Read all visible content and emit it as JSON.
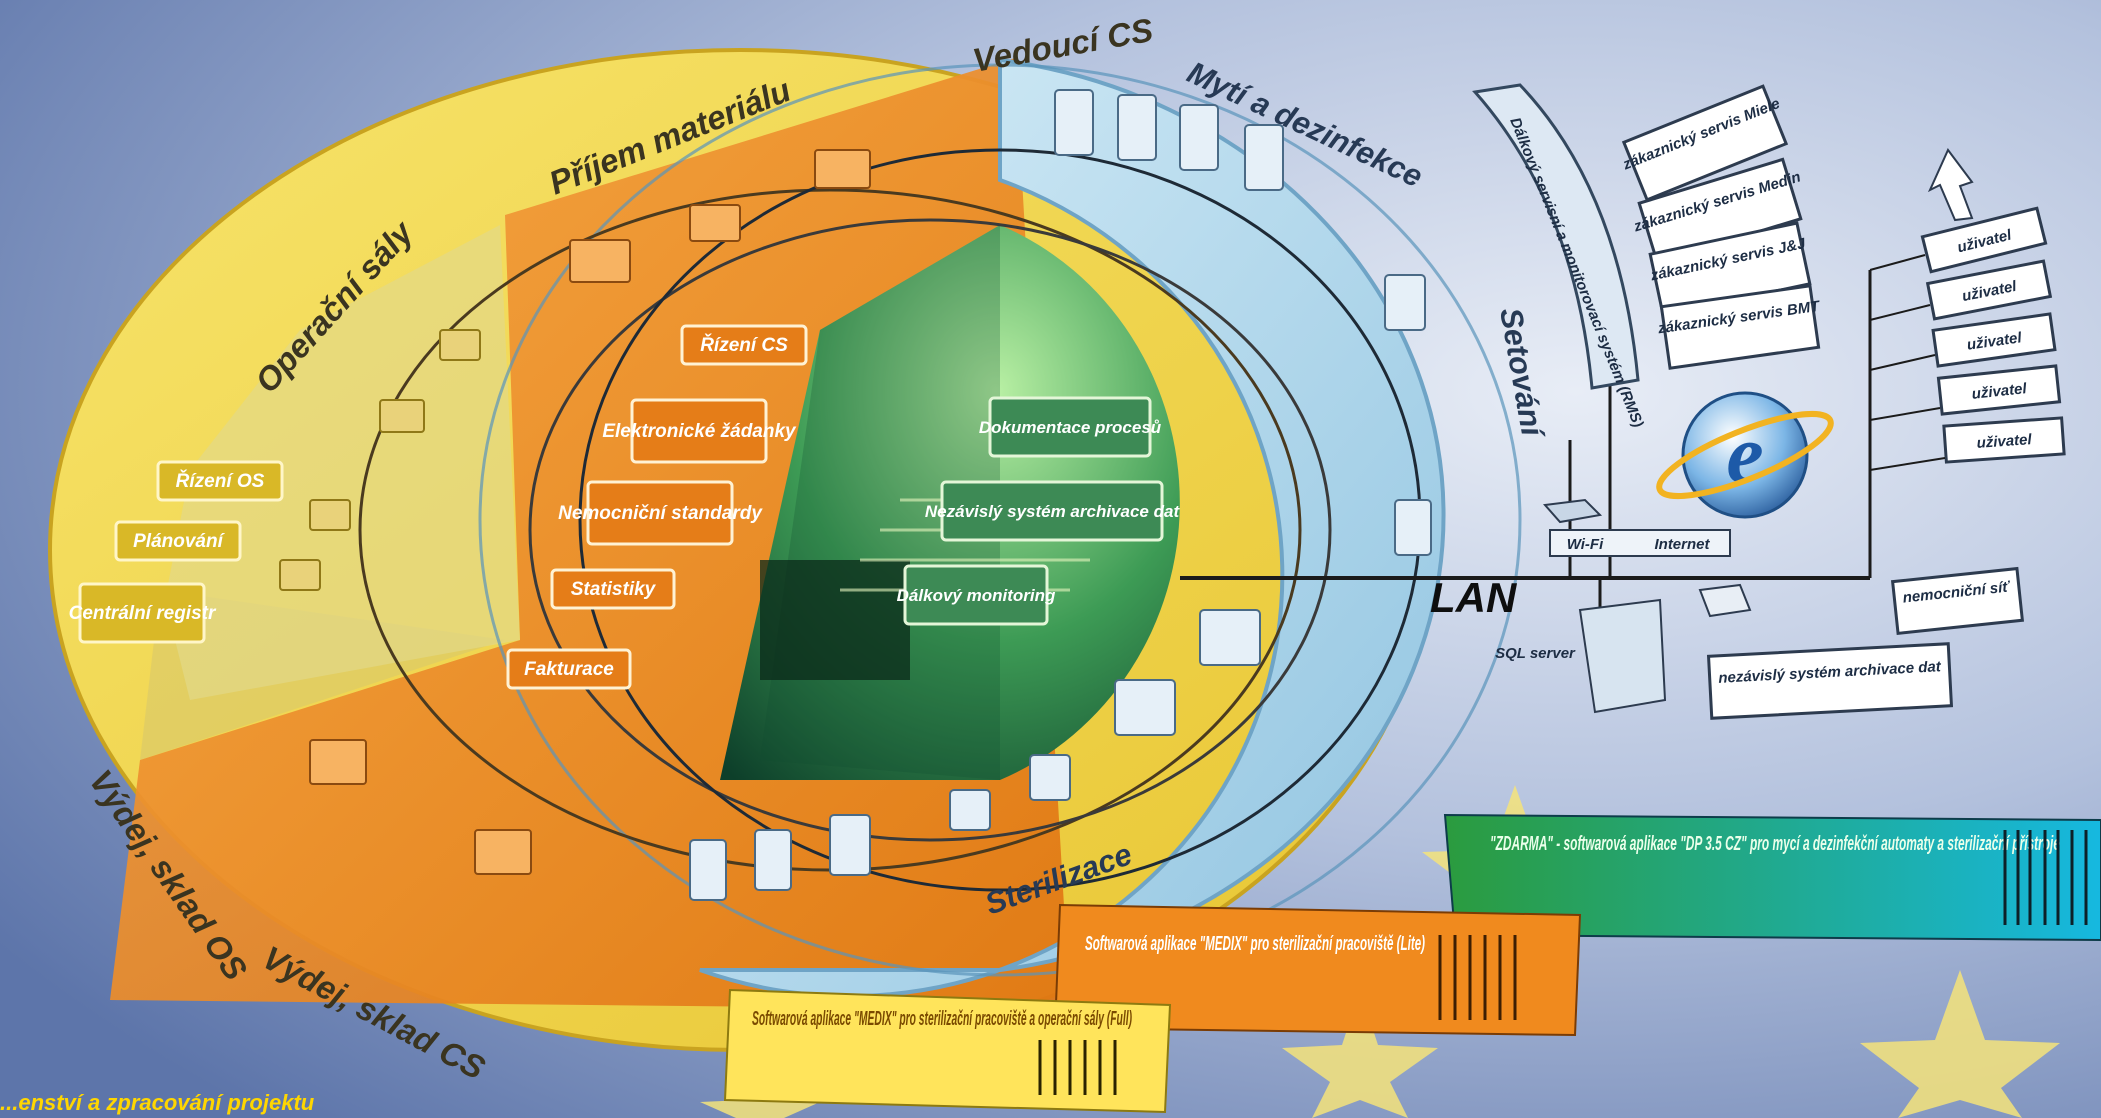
{
  "colors": {
    "background": "#7f95c2",
    "yellow_ring": "#f4d94a",
    "orange_ring": "#f08a1e",
    "blue_ring": "#b9dcee",
    "green_center": "#4fa85c",
    "label_box": "#ffffff",
    "promo_green": "#2aa25a",
    "promo_cyan": "#17b3d9",
    "promo_orange": "#f08a1e",
    "promo_yellow": "#ffe45b",
    "star": "#f5e37a"
  },
  "segments": {
    "vedouci_cs": "Vedoucí CS",
    "prijem_materialu": "Příjem materiálu",
    "operacni_saly": "Operační sály",
    "vydej_sklad_os": "Výdej, sklad OS",
    "vydej_sklad_cs": "Výdej, sklad CS",
    "myti_dezinfekce": "Mytí a dezinfekce",
    "setovani": "Setování",
    "sterilizace": "Sterilizace"
  },
  "orange_functions": [
    "Řízení CS",
    "Elektronické žádanky",
    "Nemocniční standardy",
    "Statistiky",
    "Fakturace"
  ],
  "yellow_functions": [
    "Řízení OS",
    "Plánování",
    "Centrální registr"
  ],
  "center_functions": [
    "Dokumentace procesů",
    "Nezávislý systém archivace dat",
    "Dálkový monitoring"
  ],
  "remote_system": "Dálkový servisní a monitorovací systém (RMS)",
  "services": [
    "zákaznický servis Miele",
    "zákaznický servis Medin",
    "zákaznický servis J&J",
    "zákaznický servis BMT"
  ],
  "users": [
    "uživatel",
    "uživatel",
    "uživatel",
    "uživatel",
    "uživatel"
  ],
  "network": {
    "lan": "LAN",
    "wifi": "Wi-Fi",
    "internet": "Internet",
    "sql": "SQL server",
    "hospital_net": "nemocniční síť",
    "archive": "nezávislý systém archivace dat"
  },
  "promos": {
    "free": "\"ZDARMA\" - softwarová aplikace \"DP 3.5 CZ\" pro mycí a dezinfekční automaty a sterilizační přístroje",
    "lite": "Softwarová aplikace \"MEDIX\" pro sterilizační pracoviště (Lite)",
    "full": "Softwarová aplikace \"MEDIX\" pro sterilizační pracoviště a operační sály (Full)"
  },
  "credit": "...enství a zpracování projektu"
}
